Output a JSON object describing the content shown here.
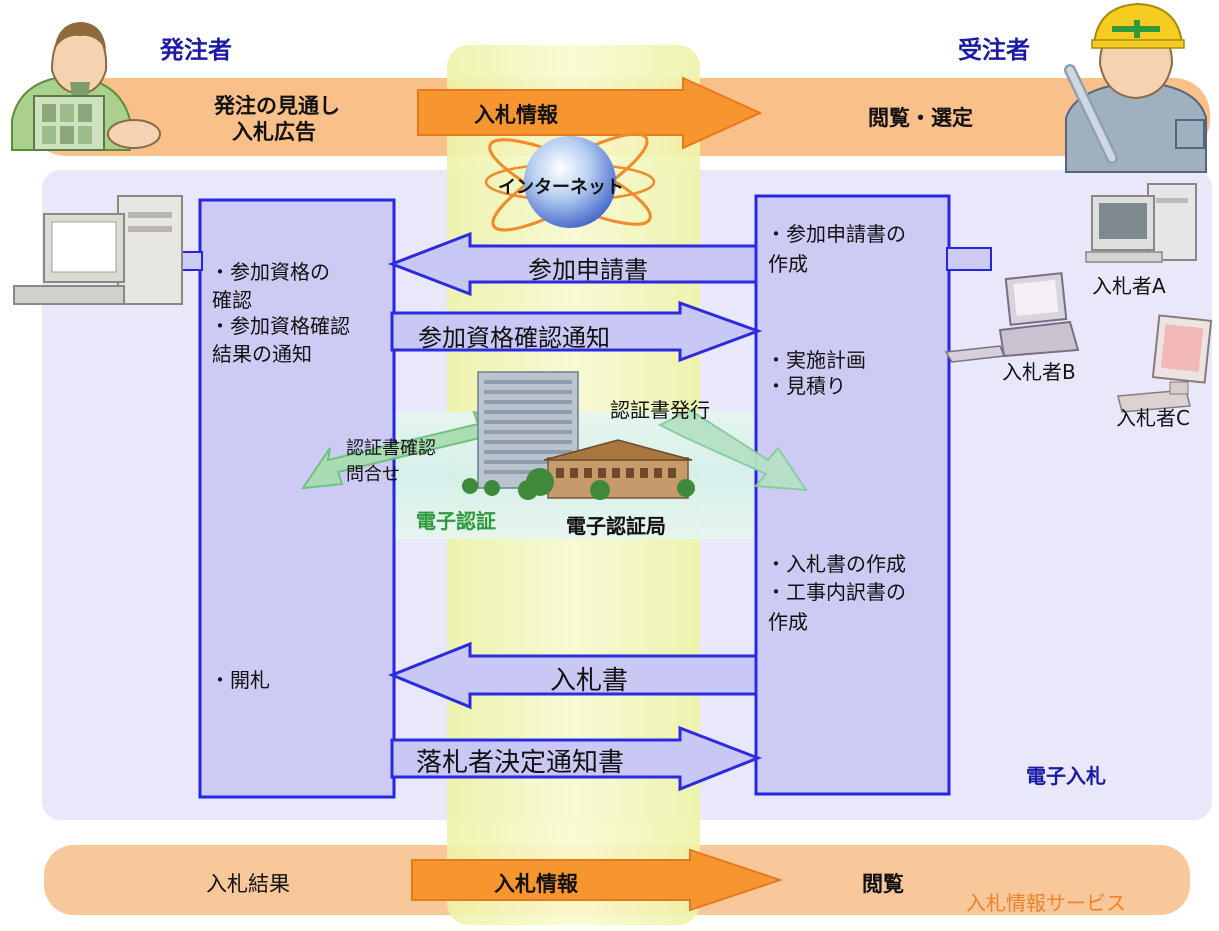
{
  "orderer": {
    "title": "発注者",
    "top_line1": "発注の見通し",
    "top_line2": "入札広告"
  },
  "contractor": {
    "title": "受注者",
    "top_text": "閲覧・選定"
  },
  "top_arrow_label": "入札情報",
  "internet_label": "インターネット",
  "left_column": {
    "item1_line1": "・参加資格の",
    "item1_line2": "確認",
    "item2_line1": "・参加資格確認",
    "item2_line2": "結果の通知",
    "item3": "・開札"
  },
  "right_column": {
    "item1_line1": "・参加申請書の",
    "item1_line2": "作成",
    "item2_line1": "・実施計画",
    "item2_line2": "・見積り",
    "item3_line1": "・入札書の作成",
    "item3_line2": "・工事内訳書の",
    "item3_line3": "作成"
  },
  "arrows": {
    "application": "参加申請書",
    "qualification_notice": "参加資格確認通知",
    "bid": "入札書",
    "winner_notice": "落札者決定通知書"
  },
  "certification": {
    "confirm_line1": "認証書確認",
    "confirm_line2": "問合せ",
    "issue": "認証書発行",
    "label": "電子認証",
    "authority": "電子認証局"
  },
  "bidders": [
    "入札者A",
    "入札者B",
    "入札者C"
  ],
  "system_label": "電子入札",
  "bottom": {
    "left": "入札結果",
    "arrow": "入札情報",
    "right": "閲覧",
    "service": "入札情報サービス"
  },
  "colors": {
    "orange_band": "#f9bf85",
    "center_band": "#f4f6b0",
    "lavender_area": "#e7e6fb",
    "column_fill": "#c9c7f2",
    "column_border": "#2727e0",
    "arrow_fill": "#c8c6f2",
    "arrow_border": "#2a2ae0",
    "orange_arrow": "#f7962f",
    "green_arrow": "#9fd7a8"
  }
}
